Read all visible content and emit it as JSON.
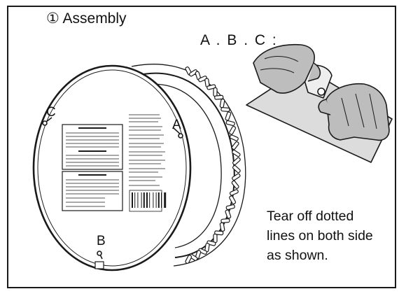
{
  "title": "① Assembly",
  "step_labels": "A . B . C :",
  "point_labels": {
    "a": "A",
    "b": "B",
    "c": "C"
  },
  "instructions": [
    "Tear off dotted",
    "lines on both side",
    "as shown."
  ],
  "colors": {
    "line": "#1a1a1a",
    "hand_fill": "#bdbdbd",
    "sheet_fill": "#dcdcdc",
    "background": "#ffffff"
  },
  "icons": [
    "wreath-light-ring-icon",
    "hands-tearing-paper-icon",
    "tear-point-pin-icon",
    "barcode-icon"
  ]
}
